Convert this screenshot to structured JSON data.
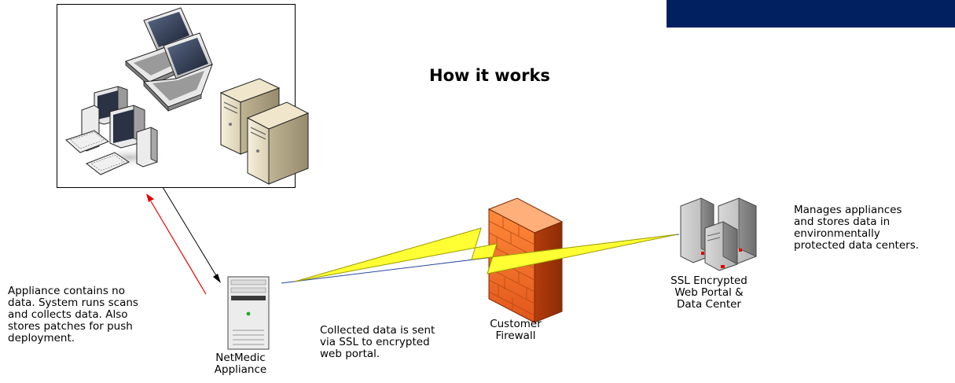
{
  "title": "How it works",
  "colors": {
    "banner": "#002060",
    "firewall": "#f26a1b",
    "bolt": "#ffff33",
    "red_arrow": "#e60000"
  },
  "labels": {
    "appliance_note": "Appliance contains no\ndata.  System runs scans\nand collects data.  Also\nstores patches for push\ndeployment.",
    "appliance_name": "NetMedic\nAppliance",
    "transfer_note": "Collected data is sent\nvia SSL to encrypted\nweb portal.",
    "firewall_name": "Customer\nFirewall",
    "portal_name": "SSL Encrypted\nWeb Portal &\nData Center",
    "portal_note": "Manages appliances\nand stores data in\nenvironmentally\nprotected data centers."
  },
  "icons": [
    "laptop-icon",
    "desktop-pc-icon",
    "tower-server-icon",
    "appliance-server-icon",
    "firewall-icon",
    "data-center-icon"
  ]
}
